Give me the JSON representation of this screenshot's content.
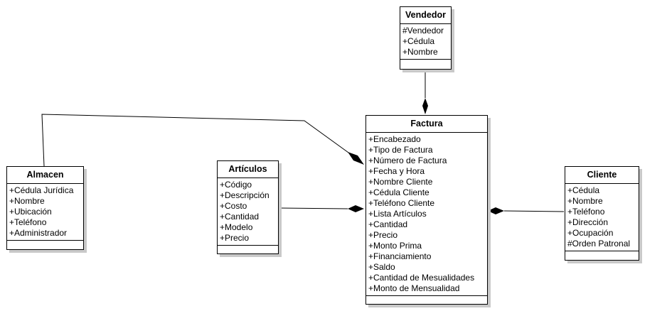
{
  "classes": {
    "vendedor": {
      "name": "Vendedor",
      "attributes": [
        "#Vendedor",
        "+Cédula",
        "+Nombre"
      ]
    },
    "factura": {
      "name": "Factura",
      "attributes": [
        "+Encabezado",
        "+Tipo de Factura",
        "+Número de Factura",
        "+Fecha y Hora",
        "+Nombre Cliente",
        "+Cédula Cliente",
        "+Teléfono Cliente",
        "+Lista Artículos",
        "+Cantidad",
        "+Precio",
        "+Monto Prima",
        "+Financiamiento",
        "+Saldo",
        "+Cantidad de Mesualidades",
        "+Monto de Mensualidad"
      ]
    },
    "almacen": {
      "name": "Almacen",
      "attributes": [
        "+Cédula Jurídica",
        "+Nombre",
        "+Ubicación",
        "+Teléfono",
        "+Administrador"
      ]
    },
    "articulos": {
      "name": "Artículos",
      "attributes": [
        "+Código",
        "+Descripción",
        "+Costo",
        "+Cantidad",
        "+Modelo",
        "+Precio"
      ]
    },
    "cliente": {
      "name": "Cliente",
      "attributes": [
        "+Cédula",
        "+Nombre",
        "+Teléfono",
        "+Dirección",
        "+Ocupación",
        "#Orden Patronal"
      ]
    }
  },
  "relations": [
    {
      "from": "vendedor",
      "to": "factura",
      "type": "composition"
    },
    {
      "from": "almacen",
      "to": "factura",
      "type": "composition"
    },
    {
      "from": "articulos",
      "to": "factura",
      "type": "composition"
    },
    {
      "from": "cliente",
      "to": "factura",
      "type": "composition"
    }
  ]
}
